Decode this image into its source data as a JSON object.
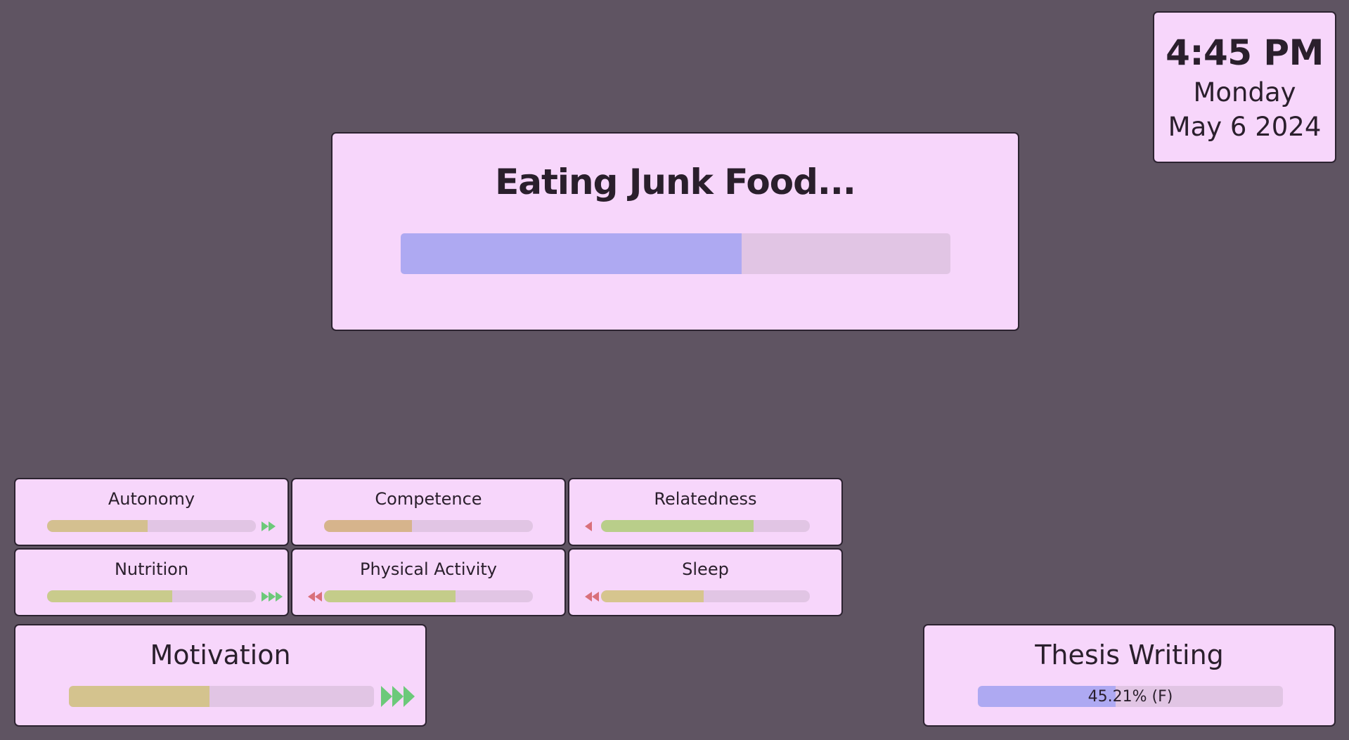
{
  "clock": {
    "time": "4:45 PM",
    "day": "Monday",
    "date": "May 6 2024"
  },
  "activity": {
    "title": "Eating Junk Food...",
    "progress": 0.62,
    "bar_color": "#aea9f2"
  },
  "needs": [
    {
      "key": "autonomy",
      "label": "Autonomy",
      "level": 0.48,
      "color": "#d4c090",
      "trend": "up",
      "trend_strength": 2
    },
    {
      "key": "competence",
      "label": "Competence",
      "level": 0.42,
      "color": "#d6b48c",
      "trend": "none",
      "trend_strength": 0
    },
    {
      "key": "relatedness",
      "label": "Relatedness",
      "level": 0.73,
      "color": "#b9ce8a",
      "trend": "down",
      "trend_strength": 1
    },
    {
      "key": "nutrition",
      "label": "Nutrition",
      "level": 0.6,
      "color": "#c9cb8c",
      "trend": "up",
      "trend_strength": 3
    },
    {
      "key": "physical",
      "label": "Physical Activity",
      "level": 0.63,
      "color": "#c4cc8a",
      "trend": "down",
      "trend_strength": 2
    },
    {
      "key": "sleep",
      "label": "Sleep",
      "level": 0.49,
      "color": "#d6c58e",
      "trend": "down",
      "trend_strength": 2
    }
  ],
  "motivation": {
    "label": "Motivation",
    "level": 0.46,
    "color": "#d4c38e",
    "trend": "up",
    "trend_strength": 3
  },
  "thesis": {
    "label": "Thesis Writing",
    "progress": 0.4521,
    "progress_text": "45.21% (F)",
    "bar_color": "#aea9f2"
  },
  "colors": {
    "background": "#5f5462",
    "panel": "#f7d6fb",
    "track": "#e1c5e4",
    "trend_up": "#6cc97a",
    "trend_down": "#d9707a"
  }
}
